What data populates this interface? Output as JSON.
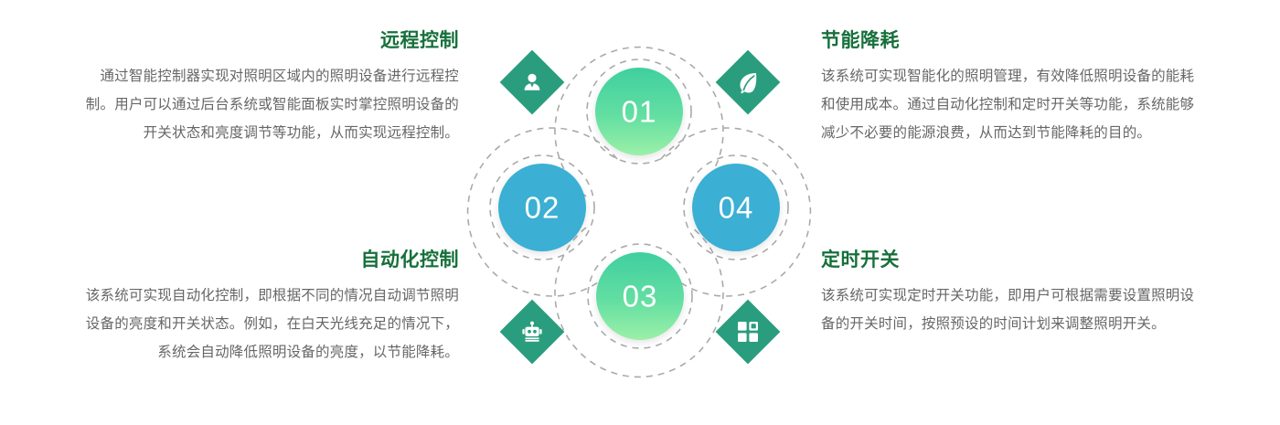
{
  "theme": {
    "heading_color": "#16703b",
    "body_color": "#666666",
    "green_circle_top": "#3fcfa0",
    "green_circle_bottom": "#9cf0a8",
    "blue_circle": "#3bafd4",
    "diamond_color": "#2a9d7e",
    "dashed_ring_color": "#a8a8a8",
    "background": "#ffffff"
  },
  "diagram": {
    "nodes": [
      {
        "id": "01",
        "number": "01",
        "position": "top",
        "color_style": "green-gradient"
      },
      {
        "id": "02",
        "number": "02",
        "position": "left",
        "color_style": "blue"
      },
      {
        "id": "03",
        "number": "03",
        "position": "bottom",
        "color_style": "green-gradient"
      },
      {
        "id": "04",
        "number": "04",
        "position": "right",
        "color_style": "blue"
      }
    ],
    "badges": [
      {
        "id": "top-left",
        "icon": "user-icon",
        "label": "远程控制"
      },
      {
        "id": "top-right",
        "icon": "leaf-icon",
        "label": "节能降耗"
      },
      {
        "id": "bottom-left",
        "icon": "robot-icon",
        "label": "自动化控制"
      },
      {
        "id": "bottom-right",
        "icon": "grid-icon",
        "label": "定时开关"
      }
    ]
  },
  "blocks": {
    "remote": {
      "heading": "远程控制",
      "body": "通过智能控制器实现对照明区域内的照明设备进行远程控制。用户可以通过后台系统或智能面板实时掌控照明设备的开关状态和亮度调节等功能，从而实现远程控制。"
    },
    "energy": {
      "heading": "节能降耗",
      "body": "该系统可实现智能化的照明管理，有效降低照明设备的能耗和使用成本。通过自动化控制和定时开关等功能，系统能够减少不必要的能源浪费，从而达到节能降耗的目的。"
    },
    "automation": {
      "heading": "自动化控制",
      "body": "该系统可实现自动化控制，即根据不同的情况自动调节照明设备的亮度和开关状态。例如，在白天光线充足的情况下，系统会自动降低照明设备的亮度，以节能降耗。"
    },
    "timer": {
      "heading": "定时开关",
      "body": "该系统可实现定时开关功能，即用户可根据需要设置照明设备的开关时间，按照预设的时间计划来调整照明开关。"
    }
  }
}
